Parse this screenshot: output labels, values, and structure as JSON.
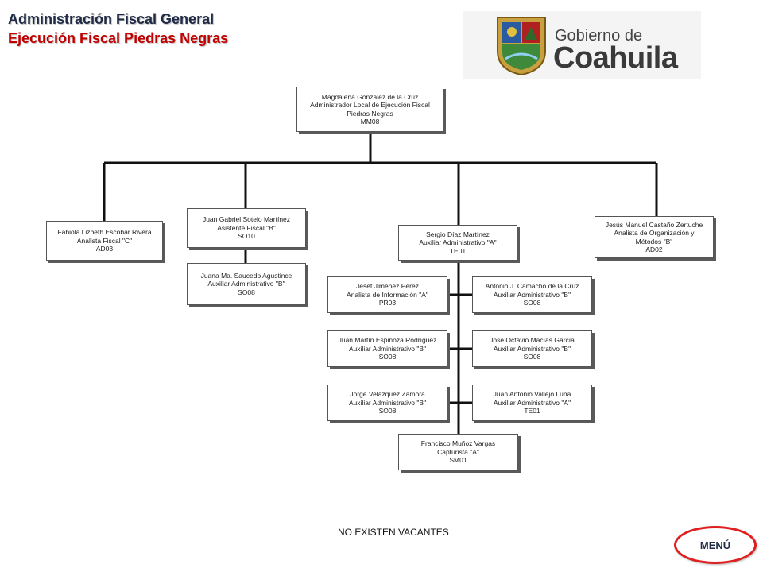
{
  "header": {
    "title": "Administración Fiscal General",
    "subtitle": "Ejecución Fiscal Piedras Negras"
  },
  "logo": {
    "line1": "Gobierno de",
    "line2": "Coahuila"
  },
  "org": {
    "head": {
      "name": "Magdalena  González de la Cruz",
      "role": "Administrador  Local de Ejecución  Fiscal",
      "area": "Piedras Negras",
      "code": "MM08"
    },
    "fabiola": {
      "name": "Fabiola  Lizbeth  Escobar  Rivera",
      "role": "Analista  Fiscal  \"C\"",
      "code": "AD03"
    },
    "juan_gabriel": {
      "name": "Juan Gabriel  Sotelo  Martínez",
      "role": "Asistente  Fiscal  \"B\"",
      "code": "SO10"
    },
    "juana": {
      "name": "Juana  Ma.  Saucedo  Agustince",
      "role": "Auxiliar  Administrativo  \"B\"",
      "code": "SO08"
    },
    "sergio": {
      "name": "Sergio  Díaz  Martínez",
      "role": "Auxiliar  Administrativo  \"A\"",
      "code": "TE01"
    },
    "jesus": {
      "name": "Jesús  Manuel  Castaño  Zertuche",
      "role": "Analista  de  Organización  y",
      "role2": "Métodos  \"B\"",
      "code": "AD02"
    },
    "jeset": {
      "name": "Jeset  Jiménez  Pérez",
      "role": "Analista  de  Información  \"A\"",
      "code": "PR03"
    },
    "antonio": {
      "name": "Antonio  J.  Camacho  de  la  Cruz",
      "role": "Auxiliar  Administrativo  \"B\"",
      "code": "SO08"
    },
    "juan_martin": {
      "name": "Juan  Martín  Espinoza  Rodríguez",
      "role": "Auxiliar  Administrativo  \"B\"",
      "code": "SO08"
    },
    "jose": {
      "name": "José  Octavio  Macías  García",
      "role": "Auxiliar  Administrativo  \"B\"",
      "code": "SO08"
    },
    "jorge": {
      "name": "Jorge  Velázquez  Zamora",
      "role": "Auxiliar  Administrativo  \"B\"",
      "code": "SO08"
    },
    "juan_antonio": {
      "name": "Juan  Antonio  Vallejo  Luna",
      "role": "Auxiliar  Administrativo  \"A\"",
      "code": "TE01"
    },
    "francisco": {
      "name": "Francisco  Muñoz  Vargas",
      "role": "Capturista  \"A\"",
      "code": "SM01"
    }
  },
  "footer": {
    "vacancies": "NO EXISTEN VACANTES",
    "menu_label": "MENÚ"
  },
  "colors": {
    "title": "#1f2a44",
    "subtitle": "#c00000",
    "menu_border": "#e02020"
  }
}
